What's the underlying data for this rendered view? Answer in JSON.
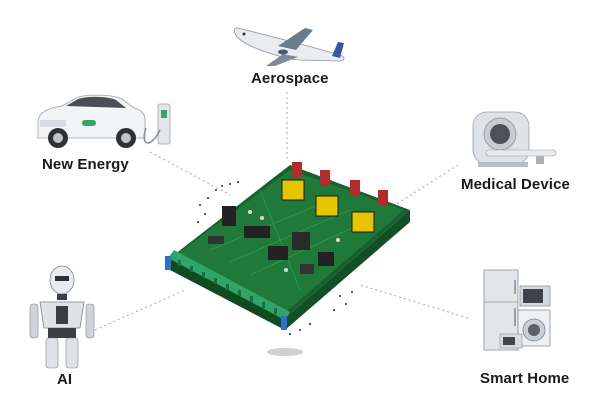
{
  "applications": [
    {
      "id": "aerospace",
      "label": "Aerospace",
      "icon": "airplane-icon"
    },
    {
      "id": "new-energy",
      "label": "New Energy",
      "icon": "electric-car-icon"
    },
    {
      "id": "medical-device",
      "label": "Medical Device",
      "icon": "mri-scanner-icon"
    },
    {
      "id": "ai",
      "label": "AI",
      "icon": "robot-icon"
    },
    {
      "id": "smart-home",
      "label": "Smart Home",
      "icon": "home-appliances-icon"
    }
  ],
  "center": {
    "icon": "circuit-board-icon"
  },
  "colors": {
    "background": "#ffffff",
    "pcb_green": "#1f7a3a",
    "terminal_green": "#2fa56a",
    "text": "#1a1a1a"
  }
}
